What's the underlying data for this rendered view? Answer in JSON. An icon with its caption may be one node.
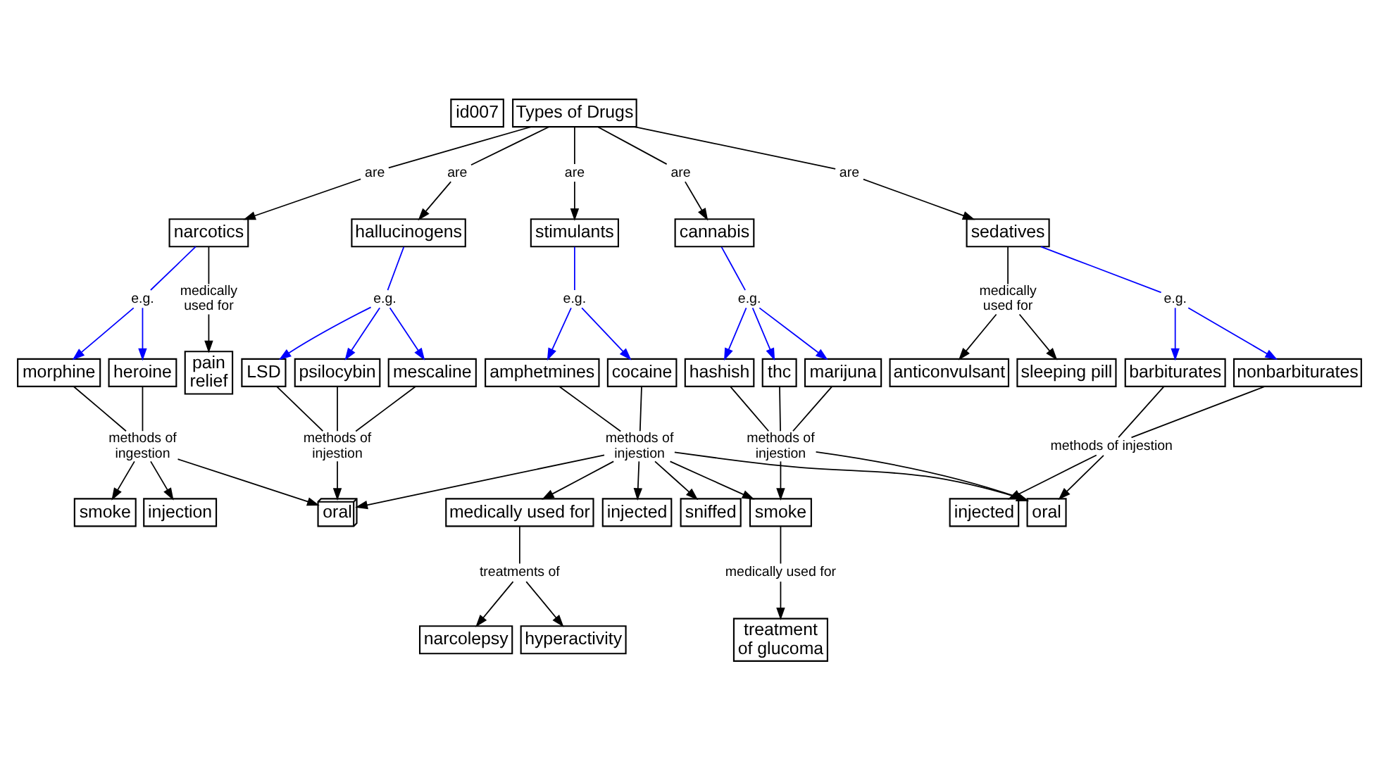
{
  "diagram": {
    "nodes": [
      {
        "text": [
          "id007"
        ]
      },
      {
        "text": [
          "Types of Drugs"
        ]
      },
      {
        "text": [
          "are"
        ]
      },
      {
        "text": [
          "are"
        ]
      },
      {
        "text": [
          "narcotics"
        ]
      },
      {
        "text": [
          "sedatives"
        ]
      },
      {
        "text": [
          "medically used for"
        ]
      },
      {
        "text": [
          "anticonvulsant"
        ]
      },
      {
        "text": [
          "are"
        ]
      },
      {
        "text": [
          "are"
        ]
      },
      {
        "text": [
          "are"
        ]
      },
      {
        "text": [
          "e.g."
        ]
      },
      {
        "text": [
          "e.g."
        ]
      },
      {
        "text": [
          "hallucinogens"
        ]
      },
      {
        "text": [
          "medically used for"
        ]
      },
      {
        "text": [
          "sleeping pill"
        ]
      },
      {
        "text": [
          "morphine"
        ]
      },
      {
        "text": [
          "heroine"
        ]
      },
      {
        "text": [
          "stimulants"
        ]
      },
      {
        "text": [
          "cannabis"
        ]
      },
      {
        "text": [
          "barbiturates"
        ]
      },
      {
        "text": [
          "nonbarbiturates"
        ]
      },
      {
        "text": [
          "e.g."
        ]
      },
      {
        "text": [
          "methods of ingestion"
        ]
      },
      {
        "text": [
          "pain relief"
        ]
      },
      {
        "text": [
          "e.g."
        ]
      },
      {
        "text": [
          "methods of injestion"
        ]
      },
      {
        "text": [
          "e.g."
        ]
      },
      {
        "text": [
          "LSD"
        ]
      },
      {
        "text": [
          "psilocybin"
        ]
      },
      {
        "text": [
          "mescaline"
        ]
      },
      {
        "text": [
          "amphetmines"
        ]
      },
      {
        "text": [
          "cocaine"
        ]
      },
      {
        "text": [
          "hashish"
        ]
      },
      {
        "text": [
          "thc"
        ]
      },
      {
        "text": [
          "marijuna"
        ]
      },
      {
        "text": [
          "methods of injestion"
        ]
      },
      {
        "text": [
          "injected"
        ]
      },
      {
        "text": [
          "methods of injestion"
        ]
      },
      {
        "text": [
          "injection"
        ]
      },
      {
        "text": [
          "methods of injestion"
        ]
      },
      {
        "text": [
          "oral"
        ]
      },
      {
        "text": [
          "smoke"
        ]
      },
      {
        "text": [
          "medically used for"
        ]
      },
      {
        "text": [
          "injected"
        ]
      },
      {
        "text": [
          "sniffed"
        ]
      },
      {
        "text": [
          "smoke"
        ]
      },
      {
        "text": [
          "oral"
        ]
      },
      {
        "text": [
          "treatments of"
        ]
      },
      {
        "text": [
          "medically used for"
        ]
      },
      {
        "text": [
          "narcolepsy"
        ]
      },
      {
        "text": [
          "hyperactivity"
        ]
      },
      {
        "text": [
          "treatment of glucoma"
        ]
      }
    ],
    "edges": [
      {
        "from": 1,
        "to": 2,
        "arrow": "none"
      },
      {
        "from": 2,
        "to": 4,
        "arrow": "to"
      },
      {
        "from": 1,
        "to": 8,
        "arrow": "none"
      },
      {
        "from": 8,
        "to": 13,
        "arrow": "to"
      },
      {
        "from": 1,
        "to": 9,
        "arrow": "none"
      },
      {
        "from": 9,
        "to": 18,
        "arrow": "to"
      },
      {
        "from": 1,
        "to": 10,
        "arrow": "none"
      },
      {
        "from": 10,
        "to": 19,
        "arrow": "to"
      },
      {
        "from": 1,
        "to": 3,
        "arrow": "none"
      },
      {
        "from": 3,
        "to": 5,
        "arrow": "to"
      },
      {
        "from": 5,
        "to": 6,
        "arrow": "none"
      },
      {
        "from": 6,
        "to": 7,
        "arrow": "to"
      },
      {
        "from": 6,
        "to": 15,
        "arrow": "to"
      },
      {
        "from": 5,
        "to": 12,
        "arrow": "none",
        "color": "#0000ff"
      },
      {
        "from": 12,
        "to": 20,
        "arrow": "to",
        "color": "#0000ff"
      },
      {
        "from": 12,
        "to": 21,
        "arrow": "to",
        "color": "#0000ff"
      },
      {
        "from": 4,
        "to": 11,
        "arrow": "none",
        "color": "#0000ff"
      },
      {
        "from": 11,
        "to": 16,
        "arrow": "to",
        "color": "#0000ff"
      },
      {
        "from": 11,
        "to": 17,
        "arrow": "to",
        "color": "#0000ff"
      },
      {
        "from": 4,
        "to": 14,
        "arrow": "none"
      },
      {
        "from": 14,
        "to": 24,
        "arrow": "to"
      },
      {
        "from": 13,
        "to": 22,
        "arrow": "none",
        "color": "#0000ff"
      },
      {
        "from": 22,
        "to": 28,
        "arrow": "to",
        "color": "#0000ff"
      },
      {
        "from": 22,
        "to": 29,
        "arrow": "to",
        "color": "#0000ff"
      },
      {
        "from": 22,
        "to": 30,
        "arrow": "to",
        "color": "#0000ff"
      },
      {
        "from": 18,
        "to": 25,
        "arrow": "none",
        "color": "#0000ff"
      },
      {
        "from": 25,
        "to": 31,
        "arrow": "to",
        "color": "#0000ff"
      },
      {
        "from": 25,
        "to": 32,
        "arrow": "to",
        "color": "#0000ff"
      },
      {
        "from": 19,
        "to": 27,
        "arrow": "none",
        "color": "#0000ff"
      },
      {
        "from": 27,
        "to": 33,
        "arrow": "to",
        "color": "#0000ff"
      },
      {
        "from": 27,
        "to": 34,
        "arrow": "to",
        "color": "#0000ff"
      },
      {
        "from": 27,
        "to": 35,
        "arrow": "to",
        "color": "#0000ff"
      },
      {
        "from": 16,
        "to": 23,
        "arrow": "none"
      },
      {
        "from": 17,
        "to": 23,
        "arrow": "none"
      },
      {
        "from": 23,
        "to": 42,
        "arrow": "to"
      },
      {
        "from": 23,
        "to": 39,
        "arrow": "to"
      },
      {
        "from": 23,
        "to": 41,
        "arrow": "to"
      },
      {
        "from": 28,
        "to": 36,
        "arrow": "none"
      },
      {
        "from": 29,
        "to": 36,
        "arrow": "none"
      },
      {
        "from": 30,
        "to": 36,
        "arrow": "none"
      },
      {
        "from": 36,
        "to": 41,
        "arrow": "to"
      },
      {
        "from": 31,
        "to": 38,
        "arrow": "none"
      },
      {
        "from": 32,
        "to": 38,
        "arrow": "none"
      },
      {
        "from": 38,
        "to": 41,
        "arrow": "to"
      },
      {
        "from": 38,
        "to": 43,
        "arrow": "to"
      },
      {
        "from": 38,
        "to": 44,
        "arrow": "to"
      },
      {
        "from": 38,
        "to": 45,
        "arrow": "to"
      },
      {
        "from": 38,
        "to": 46,
        "arrow": "to"
      },
      {
        "from": 38,
        "to": 47,
        "arrow": "to"
      },
      {
        "from": 33,
        "to": 40,
        "arrow": "none"
      },
      {
        "from": 34,
        "to": 40,
        "arrow": "none"
      },
      {
        "from": 35,
        "to": 40,
        "arrow": "none"
      },
      {
        "from": 40,
        "to": 46,
        "arrow": "to"
      },
      {
        "from": 40,
        "to": 47,
        "arrow": "to"
      },
      {
        "from": 20,
        "to": 26,
        "arrow": "none"
      },
      {
        "from": 21,
        "to": 26,
        "arrow": "none"
      },
      {
        "from": 26,
        "to": 37,
        "arrow": "to"
      },
      {
        "from": 26,
        "to": 47,
        "arrow": "to"
      },
      {
        "from": 43,
        "to": 48,
        "arrow": "none"
      },
      {
        "from": 48,
        "to": 50,
        "arrow": "to"
      },
      {
        "from": 48,
        "to": 51,
        "arrow": "to"
      },
      {
        "from": 46,
        "to": 49,
        "arrow": "none"
      },
      {
        "from": 49,
        "to": 52,
        "arrow": "to"
      }
    ]
  }
}
